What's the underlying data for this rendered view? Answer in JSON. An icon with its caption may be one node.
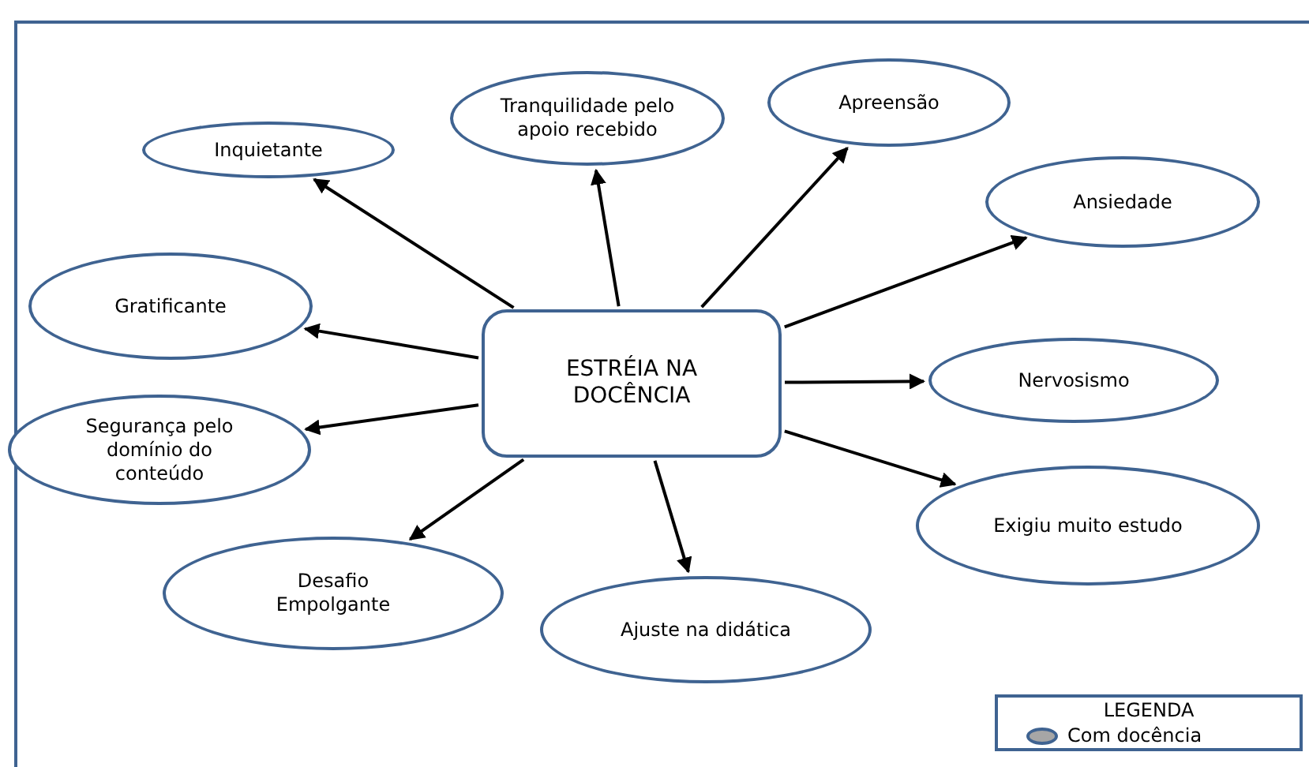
{
  "diagram": {
    "nodes": [
      {
        "text": [
          "ESTRÉIA NA DOCÊNCIA"
        ]
      },
      {
        "text": [
          "Inquietante"
        ]
      },
      {
        "text": [
          "Tranquilidade pelo apoio recebido"
        ]
      },
      {
        "text": [
          "Apreensão"
        ]
      },
      {
        "text": [
          "Ansiedade"
        ]
      },
      {
        "text": [
          "Gratificante"
        ]
      },
      {
        "text": [
          "Nervosismo"
        ]
      },
      {
        "text": [
          "Segurança pelo domínio do conteúdo"
        ]
      },
      {
        "text": [
          "Exigiu muito estudo"
        ]
      },
      {
        "text": [
          "Desafio Empolgante"
        ]
      },
      {
        "text": [
          "Ajuste na didática"
        ]
      }
    ],
    "edges": [
      {
        "from": 0,
        "to": 1,
        "arrow": "to"
      },
      {
        "from": 0,
        "to": 2,
        "arrow": "to"
      },
      {
        "from": 0,
        "to": 3,
        "arrow": "to"
      },
      {
        "from": 0,
        "to": 4,
        "arrow": "to"
      },
      {
        "from": 0,
        "to": 5,
        "arrow": "to"
      },
      {
        "from": 0,
        "to": 6,
        "arrow": "to"
      },
      {
        "from": 0,
        "to": 7,
        "arrow": "to"
      },
      {
        "from": 0,
        "to": 8,
        "arrow": "to"
      },
      {
        "from": 0,
        "to": 9,
        "arrow": "to"
      },
      {
        "from": 0,
        "to": 10,
        "arrow": "to"
      }
    ],
    "labels": [
      "LEGENDA"
    ],
    "legend": [
      {
        "text": "Com docência",
        "color": "#a6a6a6"
      }
    ]
  }
}
